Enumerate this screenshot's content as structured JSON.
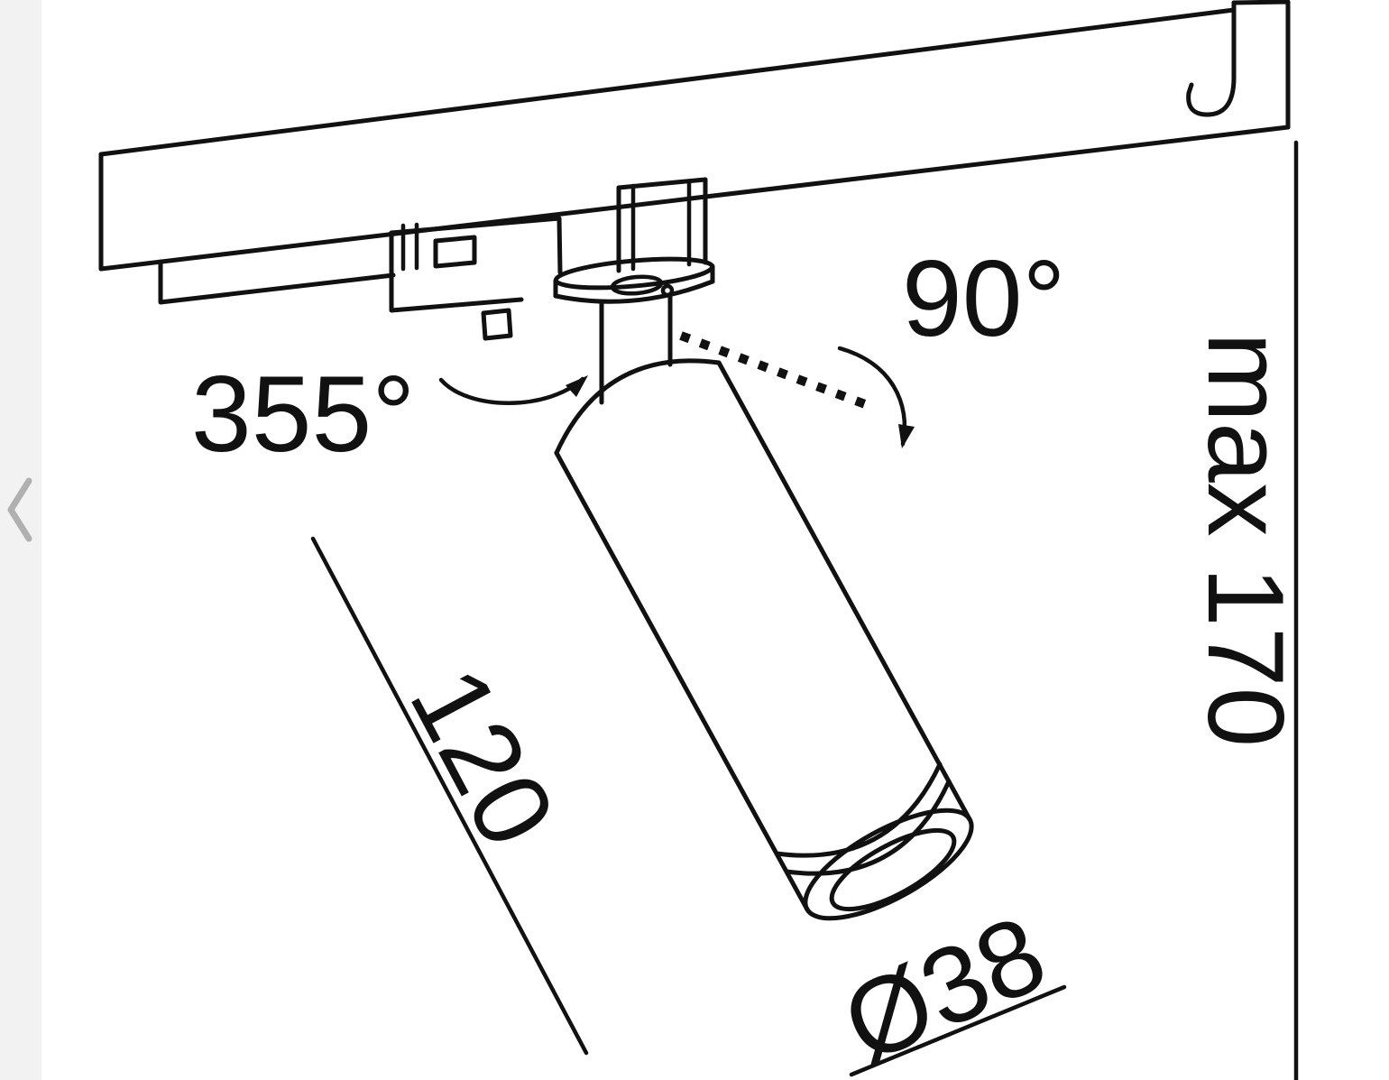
{
  "page": {
    "background": "#ffffff",
    "drawing_line_color": "#111111"
  },
  "carousel": {
    "prev_icon": "chevron-left",
    "strip_color": "#f2f2f2",
    "icon_color": "#b0b0b0"
  },
  "diagram": {
    "type": "technical-dimension-drawing",
    "subject": "track-mounted-spotlight",
    "labels": {
      "rotation": "355°",
      "tilt": "90°",
      "max_height": "max 170",
      "body_length": "120",
      "diameter": "Ø38"
    }
  }
}
